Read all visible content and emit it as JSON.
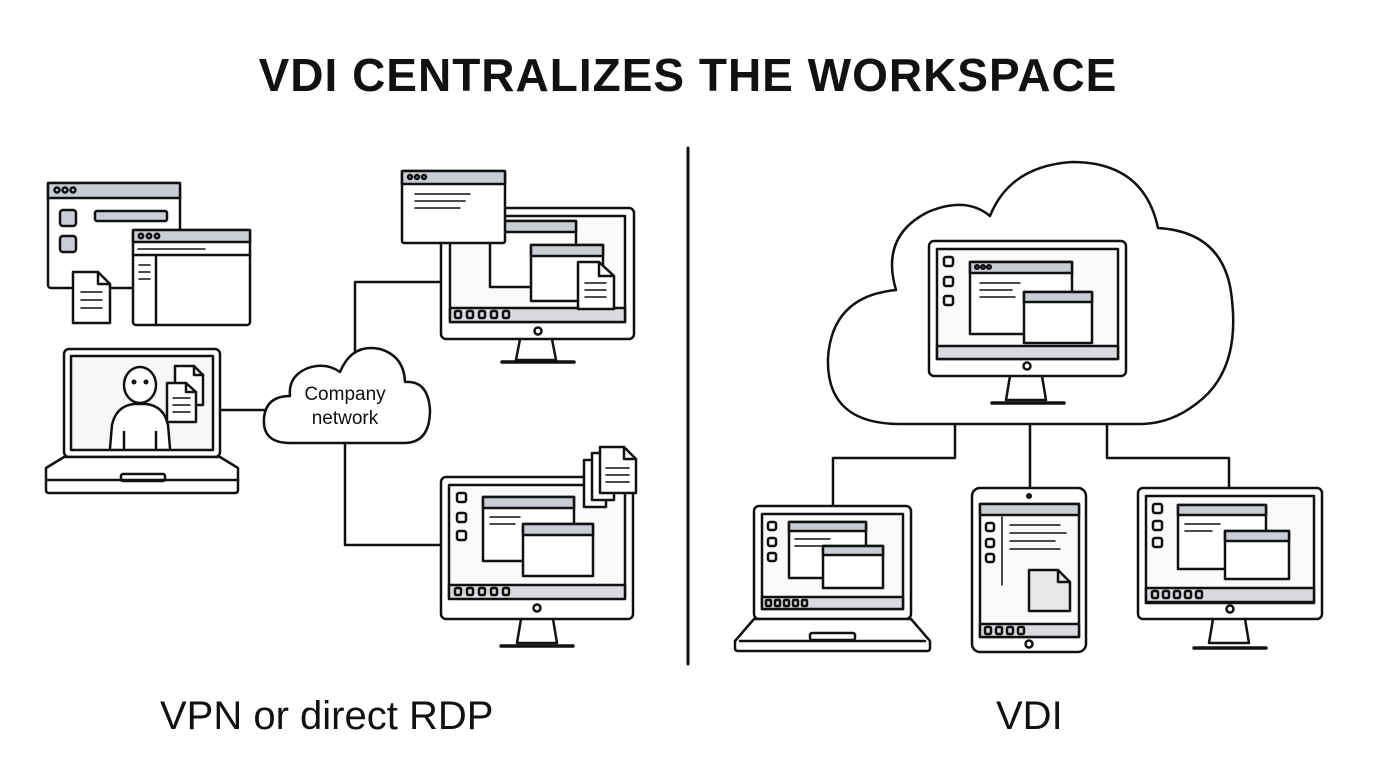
{
  "title": "VDI CENTRALIZES THE WORKSPACE",
  "left": {
    "caption": "VPN or direct RDP",
    "cloud_label_line1": "Company",
    "cloud_label_line2": "network"
  },
  "right": {
    "caption": "VDI"
  },
  "colors": {
    "stroke": "#111111",
    "titlebar": "#c9cdd4",
    "taskbar": "#d9dbe0",
    "screen_fill": "#f3f3f3"
  }
}
